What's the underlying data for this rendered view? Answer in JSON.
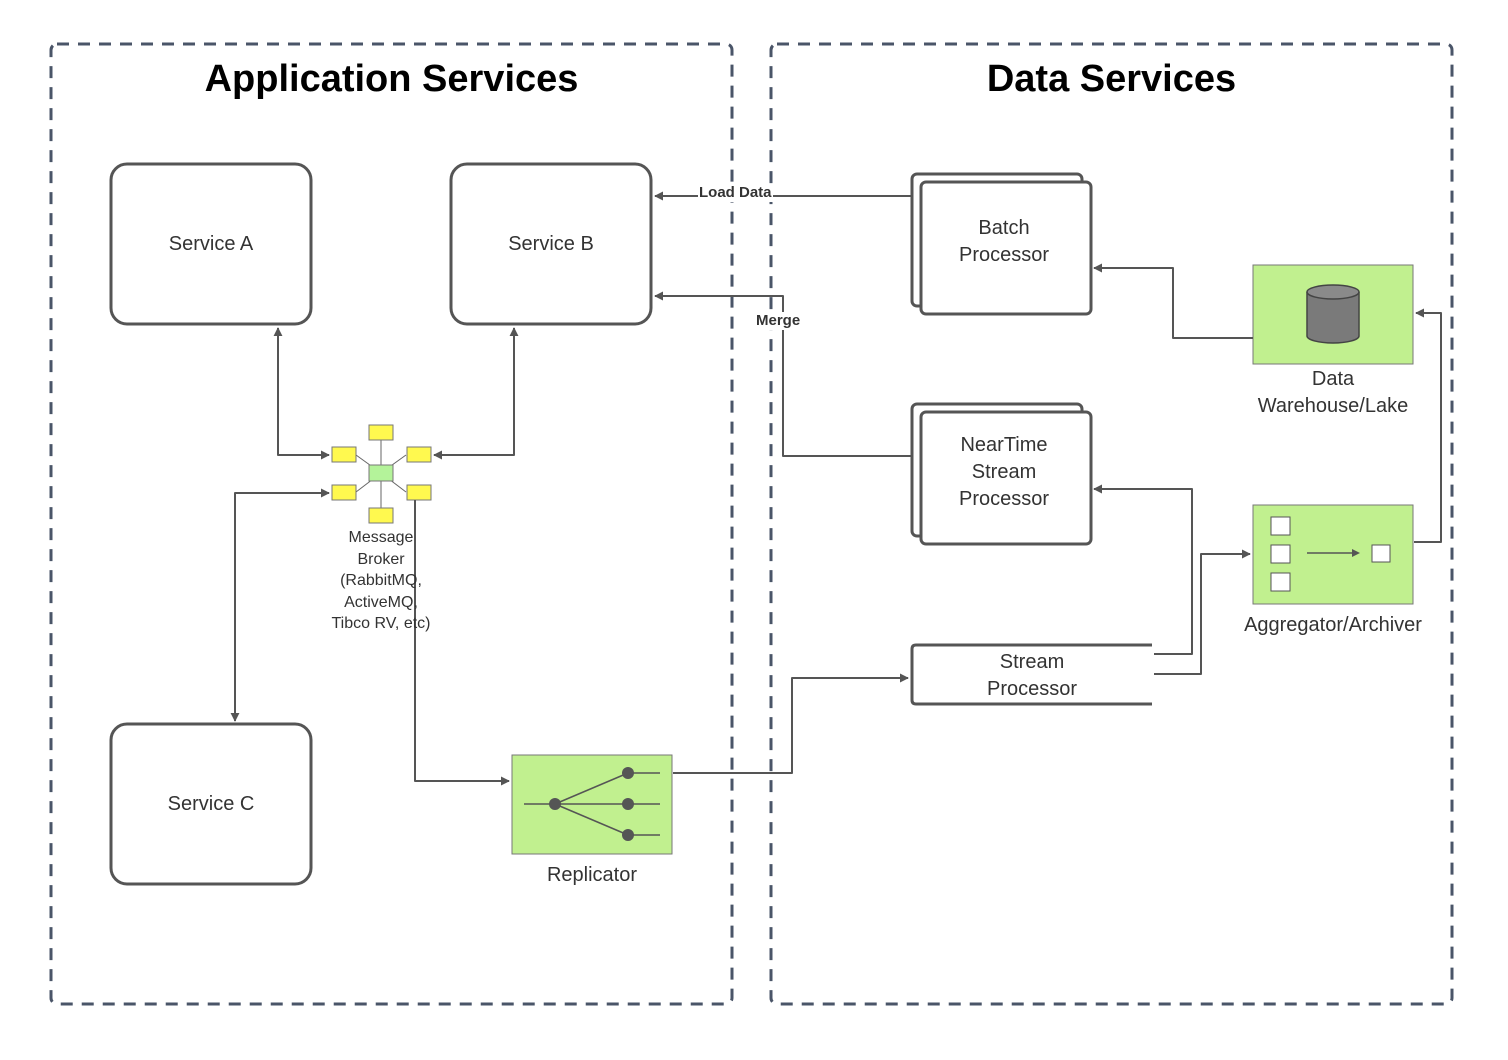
{
  "panels": {
    "application": {
      "title": "Application Services"
    },
    "data": {
      "title": "Data Services"
    }
  },
  "nodes": {
    "service_a": {
      "label": "Service A"
    },
    "service_b": {
      "label": "Service B"
    },
    "service_c": {
      "label": "Service C"
    },
    "message_broker": {
      "label": "Message Broker (RabbitMQ, ActiveMQ, Tibco RV, etc)"
    },
    "replicator": {
      "label": "Replicator"
    },
    "batch_processor": {
      "label": "Batch Processor"
    },
    "neartime_stream_processor": {
      "label": "NearTime Stream Processor"
    },
    "stream_processor": {
      "label": "Stream Processor"
    },
    "data_warehouse": {
      "label": "Data Warehouse/Lake"
    },
    "aggregator_archiver": {
      "label": "Aggregator/Archiver"
    }
  },
  "edges": {
    "load_data": {
      "label": "Load Data"
    },
    "merge": {
      "label": "Merge"
    }
  },
  "colors": {
    "panel_border": "#4a5568",
    "node_border": "#555555",
    "component_fill": "#c1f08f",
    "broker_hub_fill": "#b4f39a",
    "broker_endpoint_fill": "#fff94f",
    "cylinder_fill": "#7a7a7a",
    "arrow": "#555555"
  },
  "icons": {
    "data_warehouse": "database-cylinder-icon",
    "replicator": "fan-out-icon",
    "aggregator_archiver": "aggregate-icon",
    "message_broker": "hub-spoke-icon"
  }
}
